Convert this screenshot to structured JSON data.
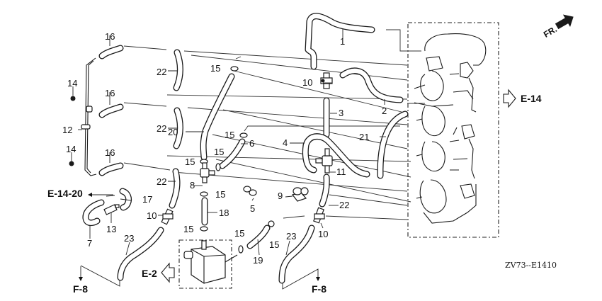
{
  "diagram": {
    "type": "exploded parts diagram",
    "subject": "fuel hose / vapor separator assembly",
    "diagram_code": "ZV73--E1410",
    "direction_indicator": {
      "label": "FR.",
      "icon": "front-direction-arrow-icon"
    },
    "cross_references": [
      {
        "id": "E-14",
        "label": "E-14",
        "icon": "outline-arrow-right-icon"
      },
      {
        "id": "E-14-20",
        "label": "E-14-20",
        "icon": "arrow-left-icon"
      },
      {
        "id": "E-2",
        "label": "E-2",
        "icon": "outline-arrow-left-icon"
      },
      {
        "id": "F-8-left",
        "label": "F-8",
        "icon": "arrow-down-icon"
      },
      {
        "id": "F-8-right",
        "label": "F-8",
        "icon": "arrow-down-icon"
      }
    ],
    "callouts": {
      "c1": "1",
      "c2": "2",
      "c3": "3",
      "c4": "4",
      "c5": "5",
      "c6": "6",
      "c7": "7",
      "c8": "8",
      "c9": "9",
      "c10a": "10",
      "c10b": "10",
      "c10c": "10",
      "c11": "11",
      "c12": "12",
      "c13": "13",
      "c14a": "14",
      "c14b": "14",
      "c15a": "15",
      "c15b": "15",
      "c15c": "15",
      "c15d": "15",
      "c15e": "15",
      "c15f": "15",
      "c15g": "15",
      "c15h": "15",
      "c15i": "15",
      "c16a": "16",
      "c16b": "16",
      "c16c": "16",
      "c17": "17",
      "c18": "18",
      "c19": "19",
      "c20": "20",
      "c21": "21",
      "c22a": "22",
      "c22b": "22",
      "c22c": "22",
      "c22d": "22",
      "c23a": "23",
      "c23b": "23"
    },
    "part_numbers": [
      "1",
      "2",
      "3",
      "4",
      "5",
      "6",
      "7",
      "8",
      "9",
      "10",
      "11",
      "12",
      "13",
      "14",
      "15",
      "16",
      "17",
      "18",
      "19",
      "20",
      "21",
      "22",
      "23"
    ]
  }
}
